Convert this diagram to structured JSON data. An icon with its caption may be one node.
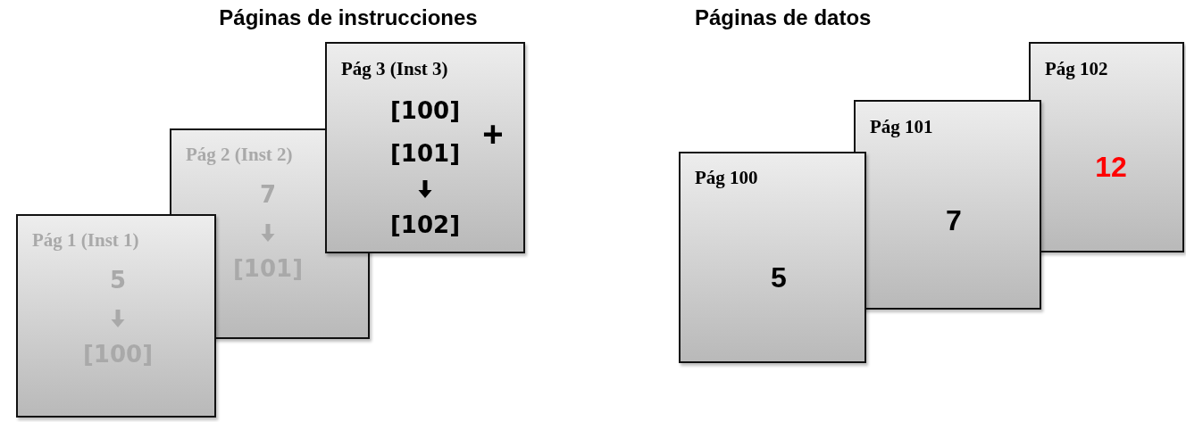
{
  "diagram": {
    "nodes": [
      {
        "text": [
          "Pág 1 (Inst 1)",
          "5",
          "[100]"
        ]
      },
      {
        "text": [
          "Pág 2 (Inst 2)",
          "7",
          "[101]"
        ]
      },
      {
        "text": [
          "Pág 3 (Inst 3)",
          "[100]",
          "[101]",
          "+",
          "[102]"
        ]
      },
      {
        "text": [
          "Pág 100",
          "5"
        ]
      },
      {
        "text": [
          "Pág 101",
          "7"
        ]
      },
      {
        "text": [
          "Pág 102",
          "12"
        ]
      }
    ],
    "edges": [],
    "labels": [
      "Páginas de instrucciones",
      "Páginas de datos"
    ]
  }
}
